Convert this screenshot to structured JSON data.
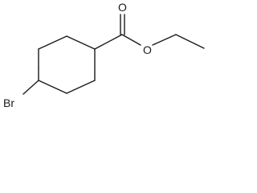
{
  "molecule": {
    "atoms": {
      "bromine": "Br",
      "carbonyl_oxygen": "O",
      "ester_oxygen": "O"
    },
    "ink_color": "#1a1a1a",
    "background_color": "#ffffff"
  }
}
